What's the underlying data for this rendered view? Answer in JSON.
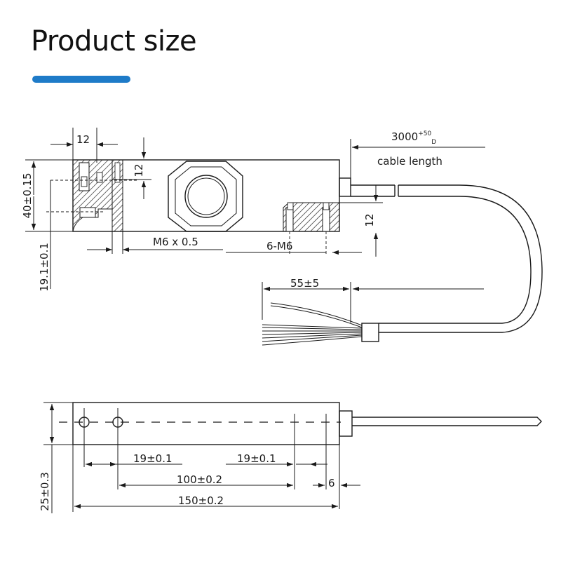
{
  "page": {
    "title": "Product size",
    "accent_color": "#1e7bc8"
  },
  "top_view": {
    "dim_12_top": "12",
    "dim_12_right": "12",
    "dim_40": "40±0.15",
    "dim_19_1": "19.1±0.1",
    "thread_m6": "M6 x 0.5",
    "holes_6m6": "6-M6",
    "dim_12_end": "12"
  },
  "cable": {
    "length_value": "3000",
    "length_tol_upper": "+50",
    "length_tol_lower": "D",
    "length_label": "cable length",
    "strip_length": "55±5"
  },
  "side_view": {
    "dim_19_left": "19±0.1",
    "dim_19_right": "19±0.1",
    "dim_100": "100±0.2",
    "dim_150": "150±0.2",
    "dim_6": "6",
    "dim_25": "25±0.3"
  }
}
